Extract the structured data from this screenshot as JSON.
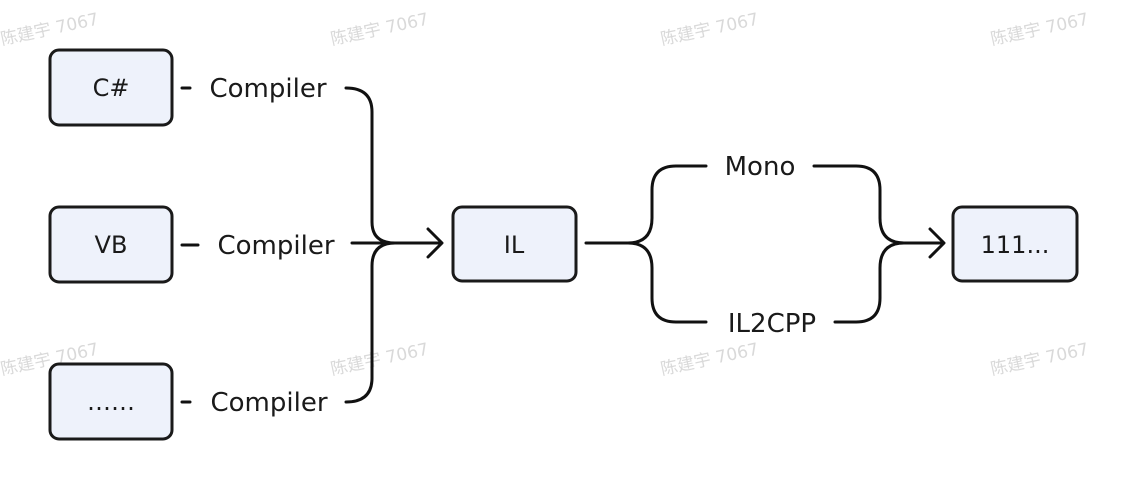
{
  "watermark": "陈建宇 7067",
  "nodes": {
    "csharp": "C#",
    "vb": "VB",
    "other": "……",
    "il": "IL",
    "output": "111..."
  },
  "labels": {
    "compiler_1": "Compiler",
    "compiler_2": "Compiler",
    "compiler_3": "Compiler",
    "mono": "Mono",
    "il2cpp": "IL2CPP"
  }
}
